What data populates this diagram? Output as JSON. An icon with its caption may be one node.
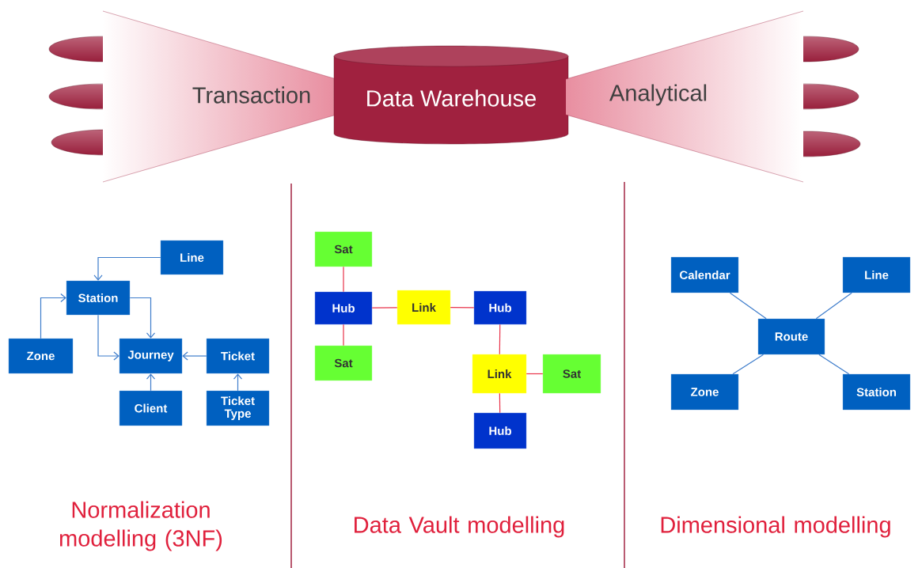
{
  "diagram": {
    "nodes": [
      {
        "text": [
          "Transaction"
        ]
      },
      {
        "text": [
          "Data Warehouse"
        ]
      },
      {
        "text": [
          "Analytical"
        ]
      },
      {
        "text": [
          "Line"
        ]
      },
      {
        "text": [
          "Station"
        ]
      },
      {
        "text": [
          "Zone"
        ]
      },
      {
        "text": [
          "Journey"
        ]
      },
      {
        "text": [
          "Ticket"
        ]
      },
      {
        "text": [
          "Client"
        ]
      },
      {
        "text": [
          "Ticket Type"
        ]
      },
      {
        "text": [
          "Sat"
        ]
      },
      {
        "text": [
          "Hub"
        ]
      },
      {
        "text": [
          "Link"
        ]
      },
      {
        "text": [
          "Hub"
        ]
      },
      {
        "text": [
          "Sat"
        ]
      },
      {
        "text": [
          "Link"
        ]
      },
      {
        "text": [
          "Sat"
        ]
      },
      {
        "text": [
          "Hub"
        ]
      },
      {
        "text": [
          "Calendar"
        ]
      },
      {
        "text": [
          "Line"
        ]
      },
      {
        "text": [
          "Route"
        ]
      },
      {
        "text": [
          "Zone"
        ]
      },
      {
        "text": [
          "Station"
        ]
      }
    ],
    "edges": [
      {
        "from": 3,
        "to": 4,
        "arrow": "to"
      },
      {
        "from": 5,
        "to": 4,
        "arrow": "to"
      },
      {
        "from": 4,
        "to": 6,
        "arrow": "to"
      },
      {
        "from": 4,
        "to": 6,
        "arrow": "to"
      },
      {
        "from": 7,
        "to": 6,
        "arrow": "to"
      },
      {
        "from": 8,
        "to": 6,
        "arrow": "to"
      },
      {
        "from": 9,
        "to": 7,
        "arrow": "to"
      },
      {
        "from": 10,
        "to": 11,
        "arrow": "none",
        "color": "#e8334a"
      },
      {
        "from": 11,
        "to": 12,
        "arrow": "none",
        "color": "#e8334a"
      },
      {
        "from": 12,
        "to": 13,
        "arrow": "none",
        "color": "#e8334a"
      },
      {
        "from": 13,
        "to": 15,
        "arrow": "none",
        "color": "#e8334a"
      },
      {
        "from": 11,
        "to": 14,
        "arrow": "none",
        "color": "#e8334a"
      },
      {
        "from": 15,
        "to": 16,
        "arrow": "none",
        "color": "#e8334a"
      },
      {
        "from": 15,
        "to": 17,
        "arrow": "none",
        "color": "#e8334a"
      },
      {
        "from": 20,
        "to": 18,
        "arrow": "none"
      },
      {
        "from": 20,
        "to": 19,
        "arrow": "none"
      },
      {
        "from": 20,
        "to": 21,
        "arrow": "none"
      },
      {
        "from": 20,
        "to": 22,
        "arrow": "none"
      }
    ],
    "labels": [
      "Normalization modelling (3NF)",
      "Data Vault modelling",
      "Dimensional modelling"
    ]
  }
}
